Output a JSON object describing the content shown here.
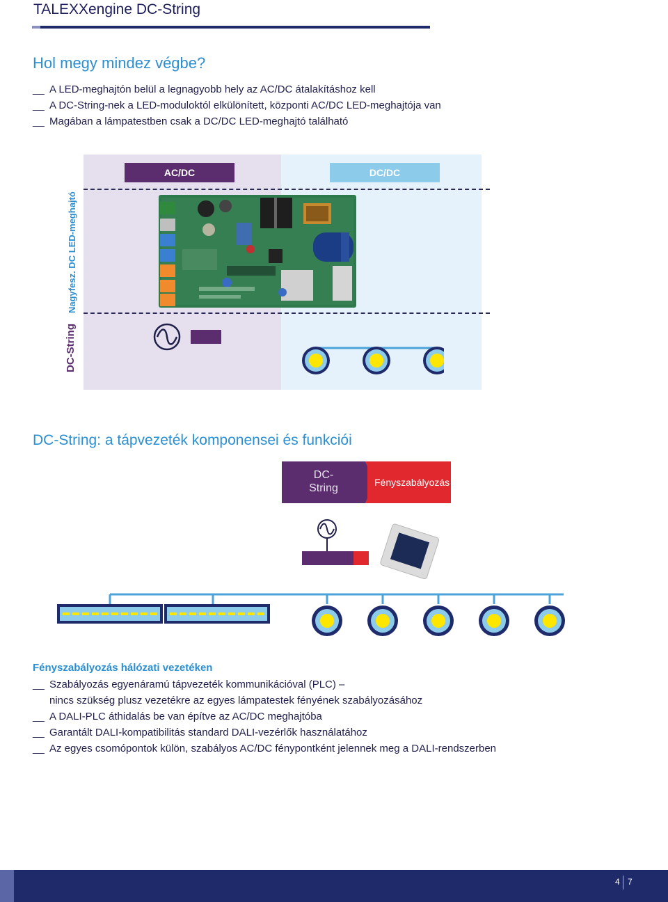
{
  "header": {
    "title": "TALEXXengine DC-String"
  },
  "section1": {
    "heading": "Hol megy mindez végbe?",
    "bullets": [
      "A LED-meghajtón belül a legnagyobb hely az AC/DC átalakításhoz kell",
      "A DC-String-nek a LED-moduloktól elkülönített, központi AC/DC LED-meghajtója van",
      "Magában a lámpatestben csak a DC/DC LED-meghajtó található"
    ]
  },
  "diagram1": {
    "ac_label": "AC/DC",
    "dc_label": "DC/DC",
    "side_label_1": "DC-String",
    "side_label_2": "Nagyfesz. DC LED-meghajtó"
  },
  "section2": {
    "heading": "DC-String: a tápvezeték komponensei és funkciói",
    "dcstring_box_line1": "DC-",
    "dcstring_box_line2": "String",
    "fenyszab_box": "Fényszabályozás"
  },
  "section3": {
    "heading": "Fényszabályozás hálózati vezetéken",
    "bullets": [
      "Szabályozás egyenáramú tápvezeték kommunikációval (PLC) –",
      "A DALI-PLC áthidalás be van építve az AC/DC meghajtóba",
      "Garantált DALI-kompatibilitás standard DALI-vezérlők használatához",
      "Az egyes csomópontok külön, szabályos AC/DC fénypontként jelennek meg a DALI-rendszerben"
    ],
    "bullet1_cont": "nincs szükség plusz vezetékre az egyes lámpatestek fényének szabályozásához"
  },
  "footer": {
    "page_left": "4",
    "page_right": "7"
  },
  "colors": {
    "navy": "#1f2a6b",
    "heading_blue": "#2b8fd2",
    "purple": "#5b2d6e",
    "light_blue": "#8ccbea",
    "red": "#e1282e",
    "led_yellow": "#ffe600"
  }
}
